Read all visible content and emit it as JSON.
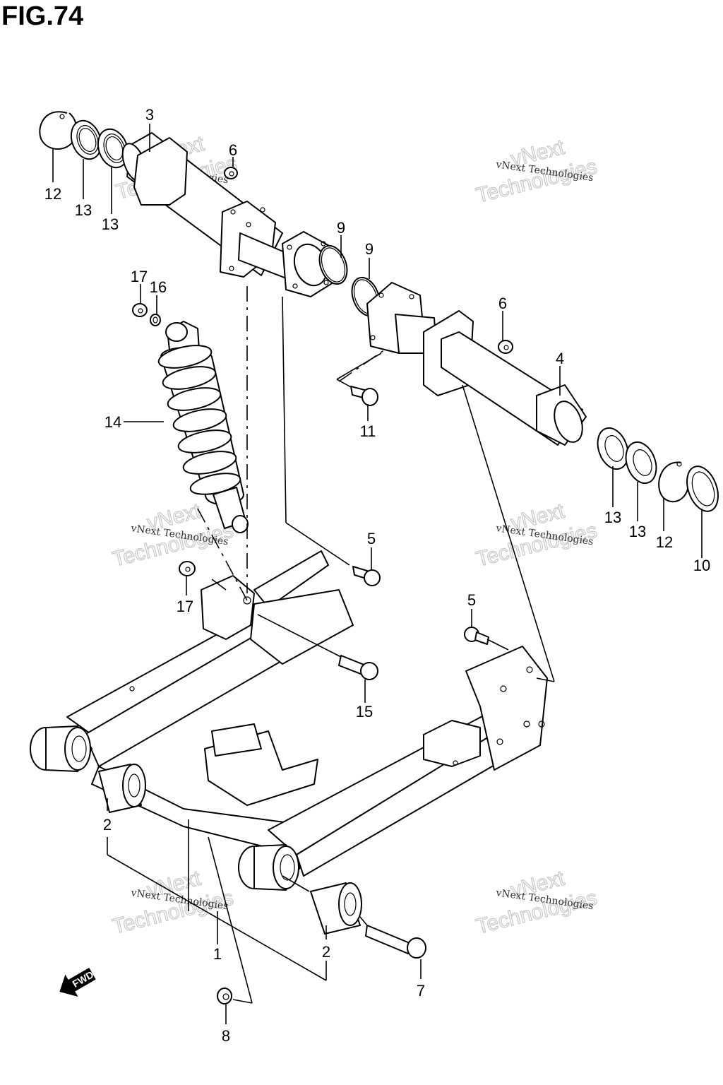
{
  "figure": {
    "title": "FIG.74"
  },
  "watermark": {
    "line1": "vNext Technologies",
    "big_top": "vNext",
    "big_bottom": "Technologies"
  },
  "direction_indicator": {
    "label": "FWD"
  },
  "callouts": [
    {
      "id": "c12a",
      "number": "12"
    },
    {
      "id": "c13a",
      "number": "13"
    },
    {
      "id": "c13b",
      "number": "13"
    },
    {
      "id": "c3",
      "number": "3"
    },
    {
      "id": "c6a",
      "number": "6"
    },
    {
      "id": "c9a",
      "number": "9"
    },
    {
      "id": "c9b",
      "number": "9"
    },
    {
      "id": "c6b",
      "number": "6"
    },
    {
      "id": "c4",
      "number": "4"
    },
    {
      "id": "c17a",
      "number": "17"
    },
    {
      "id": "c16",
      "number": "16"
    },
    {
      "id": "c11",
      "number": "11"
    },
    {
      "id": "c14",
      "number": "14"
    },
    {
      "id": "c13c",
      "number": "13"
    },
    {
      "id": "c13d",
      "number": "13"
    },
    {
      "id": "c12b",
      "number": "12"
    },
    {
      "id": "c10",
      "number": "10"
    },
    {
      "id": "c5a",
      "number": "5"
    },
    {
      "id": "c17b",
      "number": "17"
    },
    {
      "id": "c5b",
      "number": "5"
    },
    {
      "id": "c15",
      "number": "15"
    },
    {
      "id": "c2a",
      "number": "2"
    },
    {
      "id": "c1",
      "number": "1"
    },
    {
      "id": "c2b",
      "number": "2"
    },
    {
      "id": "c7",
      "number": "7"
    },
    {
      "id": "c8",
      "number": "8"
    }
  ]
}
